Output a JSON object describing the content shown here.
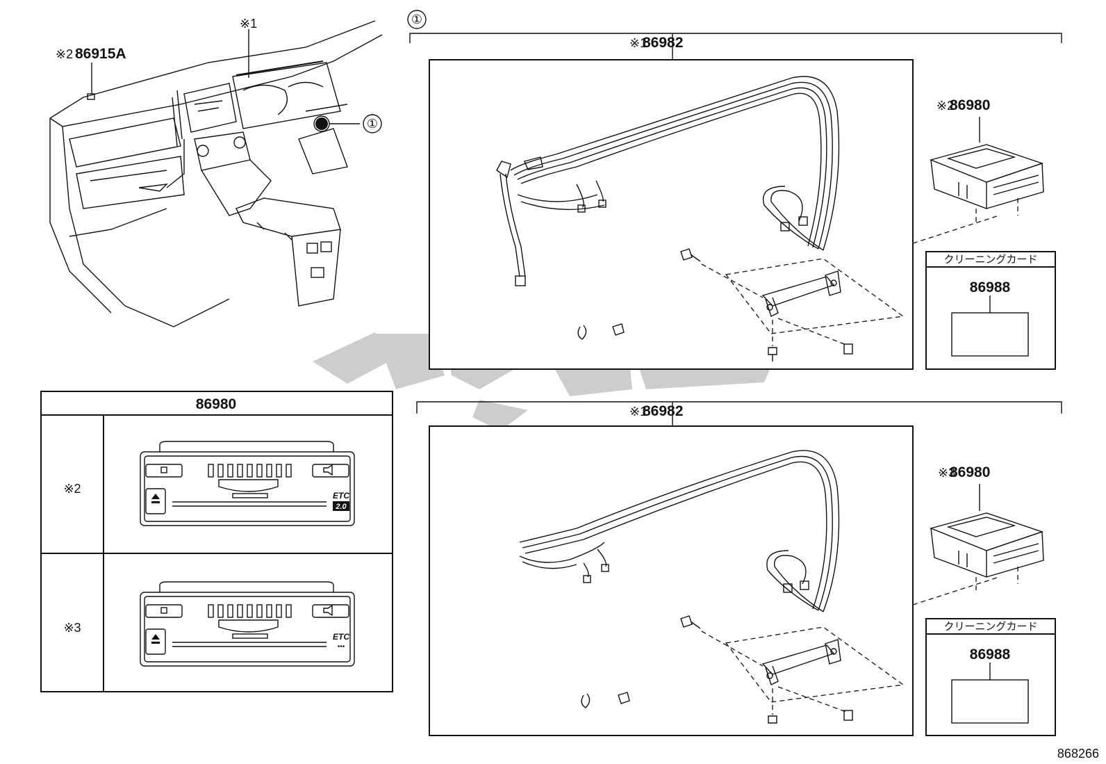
{
  "dashboard": {
    "ref_marker_1": "※1",
    "ref_marker_2": "※2",
    "part_86915A": "86915A",
    "callout": "①"
  },
  "group": {
    "callout": "①"
  },
  "upper_section": {
    "harness_marker": "※1",
    "harness_part": "86982",
    "unit_marker": "※2",
    "unit_part": "86980",
    "card_header": "クリーニングカード",
    "card_part": "86988"
  },
  "lower_section": {
    "harness_marker": "※1",
    "harness_part": "86982",
    "unit_marker": "※3",
    "unit_part": "86980",
    "card_header": "クリーニングカード",
    "card_part": "86988"
  },
  "variant_table": {
    "header": "86980",
    "rows": [
      {
        "marker": "※2",
        "badge_top": "ETC",
        "badge_bottom": "2.0"
      },
      {
        "marker": "※3",
        "badge_top": "ETC",
        "badge_bottom": "•••"
      }
    ]
  },
  "watermark_color": "#c8c8c8",
  "footer_code": "868266"
}
